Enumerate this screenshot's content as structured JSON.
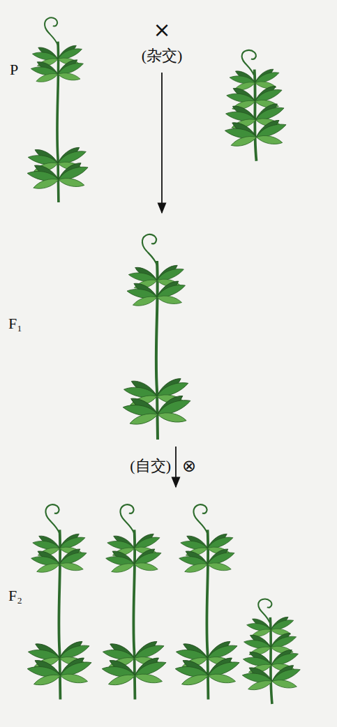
{
  "diagram": {
    "labels": [
      "P",
      "×",
      "(杂交)",
      "F₁",
      "(自交)",
      "⊗",
      "F₂"
    ]
  }
}
